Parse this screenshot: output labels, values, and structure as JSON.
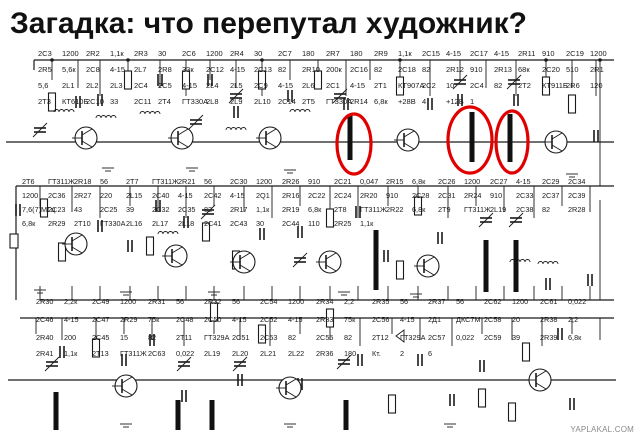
{
  "title": "Загадка: что перепутал художник?",
  "watermark": "YAPLAKAL.COM",
  "icon_names": [
    "transistor-symbol",
    "capacitor-symbol",
    "resistor-symbol",
    "inductor-symbol",
    "trimmer-capacitor-symbol",
    "ground-symbol"
  ],
  "highlight_color": "#e00000",
  "labels": {
    "r1": [
      "2C3",
      "1200",
      "2R2",
      "1,1к",
      "2R3",
      "30",
      "2C6",
      "1200",
      "2R4",
      "30",
      "2C7",
      "180",
      "2R7",
      "180",
      "2R9",
      "1,1к",
      "2C15",
      "4-15",
      "2C17",
      "4-15",
      "2R11",
      "910",
      "2C19",
      "1200",
      "2R5",
      "5,6к",
      "2C8",
      "4-15",
      "2L7",
      "2R8",
      "33к",
      "2C12",
      "4-15",
      "2C13",
      "82",
      "2R10",
      "200к",
      "2C16",
      "82",
      "2C18",
      "82",
      "2R12",
      "910",
      "2R13",
      "68к",
      "2C20",
      "510",
      "2R1",
      "5,6",
      "2L1",
      "2L2",
      "2L3",
      "2C4",
      "2C5",
      "4-15",
      "2L4",
      "2L5",
      "2C9",
      "4-15",
      "2L6",
      "2C1",
      "4-15",
      "2T1",
      "КТ907А",
      "2C2",
      "10",
      "2C4",
      "82",
      "2T2",
      "КТ911Б",
      "2R6",
      "120",
      "2T3",
      "КТ610Б",
      "2C10",
      "33",
      "2C11",
      "2T4",
      "ГТ330А",
      "2L8",
      "2L9",
      "2L10",
      "2C14",
      "2T5",
      "ГТ330А",
      "2R14",
      "6,8к",
      "+28В",
      "4",
      "+12В",
      "1"
    ],
    "r2": [
      "2T6",
      "ГТ311Ж",
      "2R18",
      "56",
      "2T7",
      "ГТ311Ж",
      "2R21",
      "56",
      "2C30",
      "1200",
      "2R26",
      "910",
      "2C21",
      "0,047",
      "2R15",
      "6,8к",
      "2C26",
      "1200",
      "2C27",
      "4-15",
      "2C29",
      "2C34",
      "1200",
      "2C36",
      "2R27",
      "220",
      "2L15",
      "2C40",
      "4-15",
      "2C42",
      "4-15",
      "2Q1",
      "2R16",
      "2C22",
      "2C24",
      "2R20",
      "910",
      "2C28",
      "2C31",
      "2R24",
      "910",
      "2C33",
      "2C37",
      "2C39",
      "7,6(7)МГц",
      "2C23",
      "43",
      "2C25",
      "39",
      "2C32",
      "2C35",
      "82",
      "2R17",
      "1,1к",
      "2R19",
      "6,8к",
      "2T8",
      "ГТ311Ж",
      "2R22",
      "6,8к",
      "2T9",
      "ГТ311Ж",
      "2L19",
      "2C38",
      "82",
      "2R28",
      "6,8к",
      "2R29",
      "2T10",
      "ГТ330А",
      "2L16",
      "2L17",
      "2L18",
      "2C41",
      "2C43",
      "30",
      "2C44",
      "110",
      "2R25",
      "1,1к"
    ],
    "r3": [
      "2R30",
      "2,2к",
      "2C49",
      "1200",
      "2R31",
      "56",
      "2R32",
      "56",
      "2C54",
      "1200",
      "2R34",
      "2,2",
      "2R35",
      "56",
      "2R37",
      "56",
      "2C62",
      "1200",
      "2C61",
      "0,022",
      "2C46",
      "4-15",
      "2C47",
      "2R29",
      "75к",
      "2C48",
      "2C50",
      "4-15",
      "2C52",
      "4-15",
      "2R33",
      "75к",
      "2C56",
      "4-15",
      "2Д1",
      "ДКС7М",
      "2C58",
      "20",
      "2R38",
      "2,2",
      "2R40",
      "200",
      "2C45",
      "15",
      "82",
      "2T11",
      "ГТ329А",
      "2C51",
      "2C53",
      "82",
      "2C55",
      "82",
      "2T12",
      "ГТ329А",
      "2C57",
      "0,022",
      "2C59",
      "39",
      "2R39",
      "6,8к",
      "2R41",
      "1,1к",
      "2T13",
      "ГТ311Ж",
      "2C63",
      "0,022",
      "2L19",
      "2L20",
      "2L21",
      "2L22",
      "2R36",
      "180",
      "Кт.",
      "2",
      "6"
    ]
  }
}
